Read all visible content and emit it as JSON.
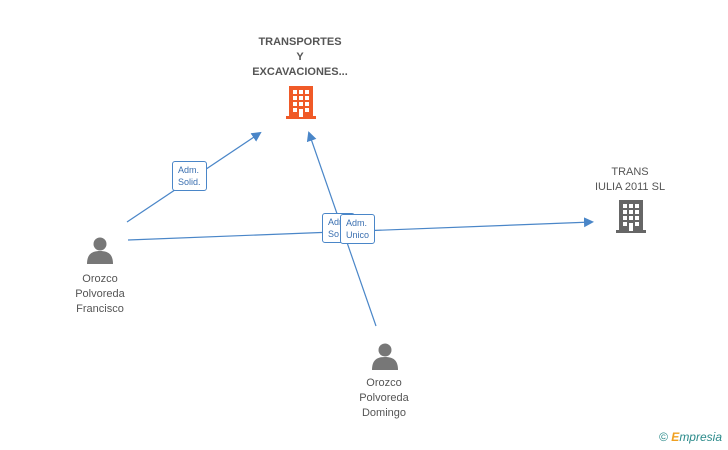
{
  "nodes": {
    "company_main": {
      "line1": "TRANSPORTES",
      "line2": "Y",
      "line3": "EXCAVACIONES...",
      "color": "#f05a28"
    },
    "company_side": {
      "line1": "TRANS",
      "line2": "IULIA 2011 SL",
      "color": "#666666"
    },
    "person_francisco": {
      "line1": "Orozco",
      "line2": "Polvoreda",
      "line3": "Francisco"
    },
    "person_domingo": {
      "line1": "Orozco",
      "line2": "Polvoreda",
      "line3": "Domingo"
    }
  },
  "edges": {
    "francisco_to_main": "Adm.\nSolid.",
    "francisco_to_side": "Adm.\nSo",
    "domingo_to_main": "Adm.\nUnico"
  },
  "colors": {
    "edge": "#4a86c8",
    "person": "#777777"
  },
  "footer": {
    "symbol": "©",
    "brand_initial": "E",
    "brand_rest": "mpresia"
  }
}
